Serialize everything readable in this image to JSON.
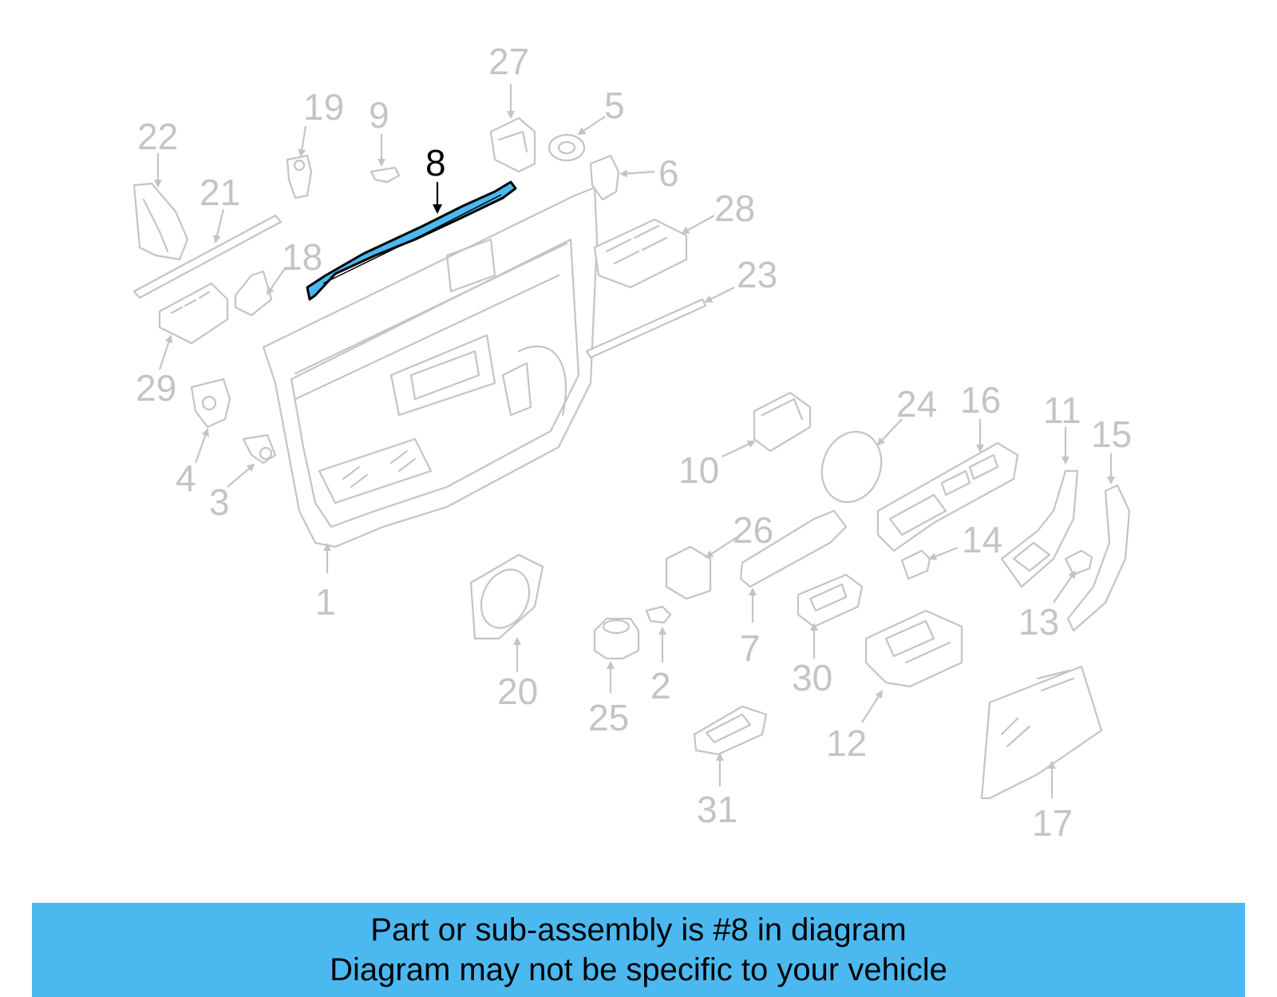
{
  "diagram": {
    "highlight_color": "#4cb8f0",
    "callouts": [
      "1",
      "2",
      "3",
      "4",
      "5",
      "6",
      "7",
      "8",
      "9",
      "10",
      "11",
      "12",
      "13",
      "14",
      "15",
      "16",
      "17",
      "18",
      "19",
      "20",
      "21",
      "22",
      "23",
      "24",
      "25",
      "26",
      "27",
      "28",
      "29",
      "30",
      "31"
    ],
    "highlighted_part": "8"
  },
  "caption": {
    "line1": "Part or sub-assembly is #8 in diagram",
    "line2": "Diagram may not be specific to your vehicle"
  }
}
